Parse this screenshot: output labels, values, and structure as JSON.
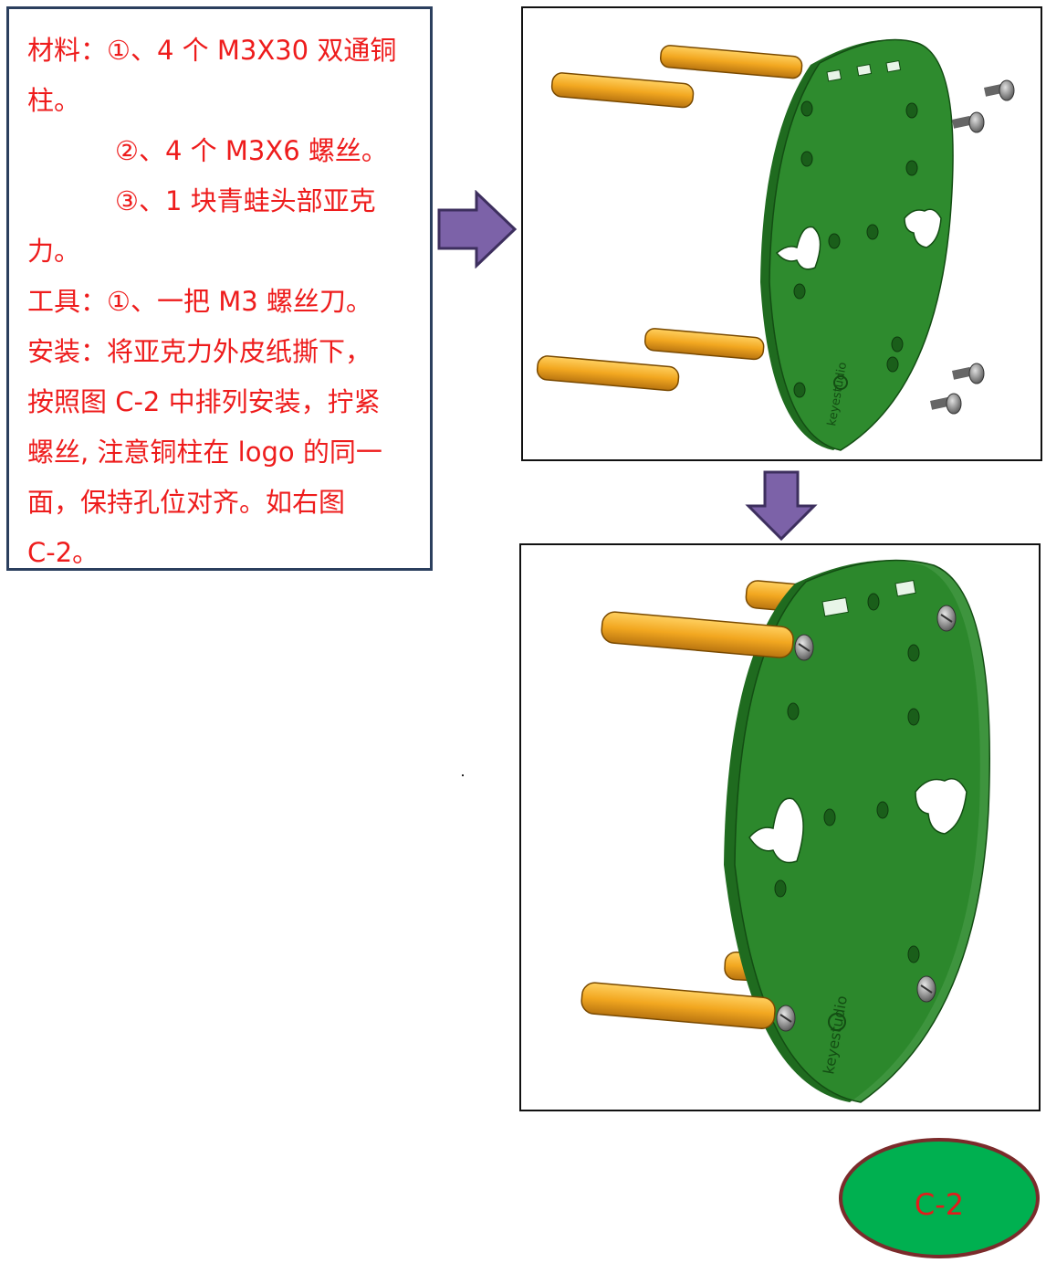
{
  "instructions": {
    "lines": [
      "材料：①、4 个 M3X30 双通铜",
      "柱。",
      "②、4 个 M3X6 螺丝。",
      "③、1 块青蛙头部亚克",
      "力。",
      "工具：①、一把 M3 螺丝刀。",
      "安装：将亚克力外皮纸撕下，",
      "按照图 C-2 中排列安装，拧紧",
      "螺丝, 注意铜柱在 logo 的同一",
      "面，保持孔位对齐。如右图",
      "C-2。"
    ]
  },
  "figures": {
    "exploded_logo": "keyestudio",
    "assembled_logo": "keyestudio"
  },
  "badge": {
    "label": "C-2"
  },
  "colors": {
    "text": "#ee1c1c",
    "border": "#2b3f5e",
    "arrow": "#7c62a8",
    "plate": "#2e8b2e",
    "standoff": "#f2a720",
    "badge_fill": "#00b050",
    "badge_border": "#7b2b2b"
  }
}
